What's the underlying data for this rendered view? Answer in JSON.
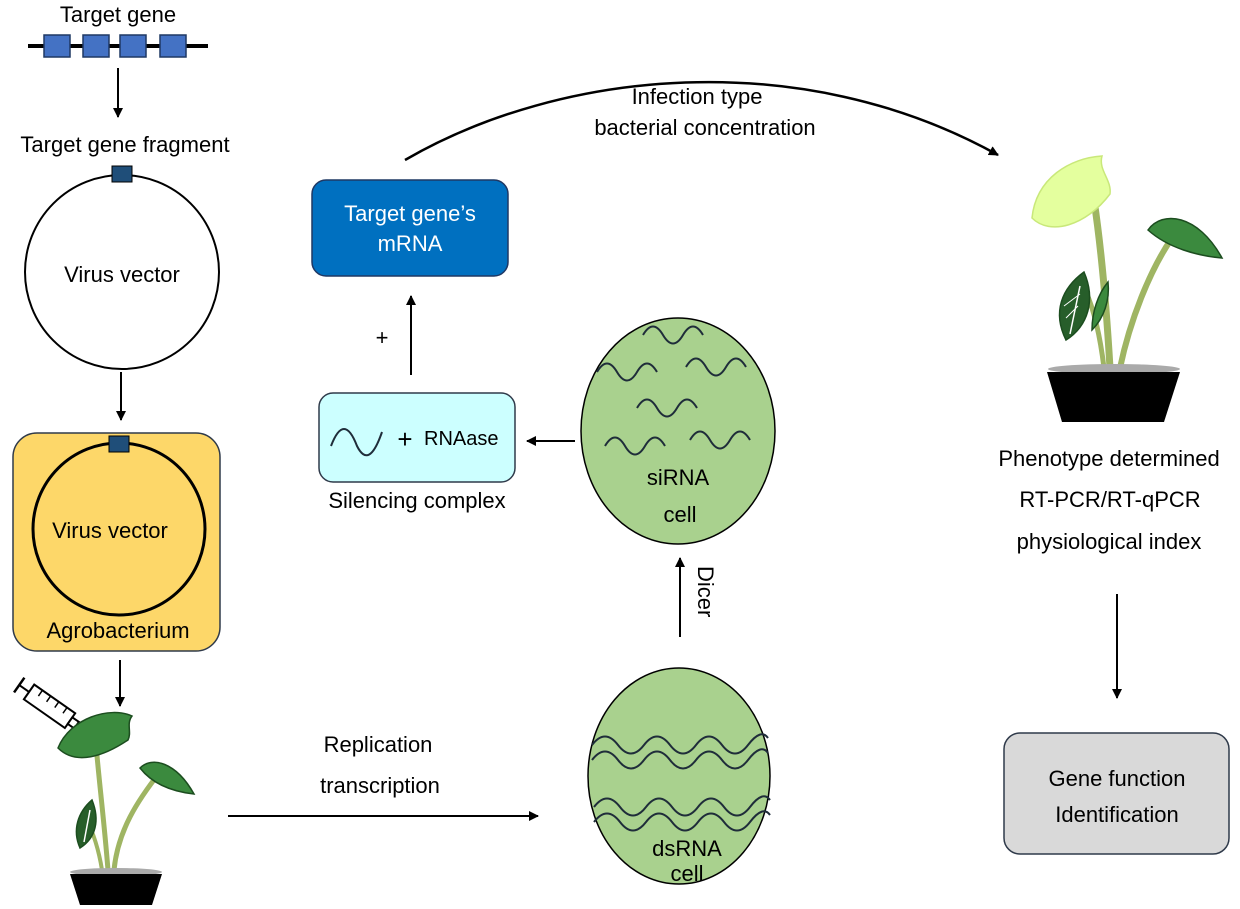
{
  "labels": {
    "target_gene": "Target gene",
    "target_gene_fragment": "Target gene fragment",
    "virus_vector_1": "Virus vector",
    "virus_vector_2": "Virus vector",
    "agrobacterium": "Agrobacterium",
    "infection_line1": "Infection type",
    "infection_line2": "bacterial concentration",
    "mrna_line1": "Target gene’s",
    "mrna_line2": "mRNA",
    "plus_sign": "+",
    "complex_plus": "+",
    "rnaase": "RNAase",
    "silencing_complex": "Silencing complex",
    "sirna_line1": "siRNA",
    "sirna_line2": "cell",
    "dicer": "Dicer",
    "dsrna_line1": "dsRNA",
    "dsrna_line2": "cell",
    "replication_line1": "Replication",
    "replication_line2": "transcription",
    "phenotype_line1": "Phenotype determined",
    "phenotype_line2": "RT-PCR/RT-qPCR",
    "phenotype_line3": "physiological index",
    "gene_function_line1": "Gene function",
    "gene_function_line2": "Identification"
  },
  "colors": {
    "exon": "#4472c4",
    "fragment": "#1f4e79",
    "agrobacterium_fill": "#fdd769",
    "mrna_fill": "#0070c0",
    "complex_fill": "#ccffff",
    "cell_fill": "#a9d18e",
    "gene_function_fill": "#d9d9d9",
    "leaf_green": "#3b8a3e",
    "leaf_light": "#e4ff9e",
    "stem": "#9fb563",
    "pot": "#000000"
  }
}
